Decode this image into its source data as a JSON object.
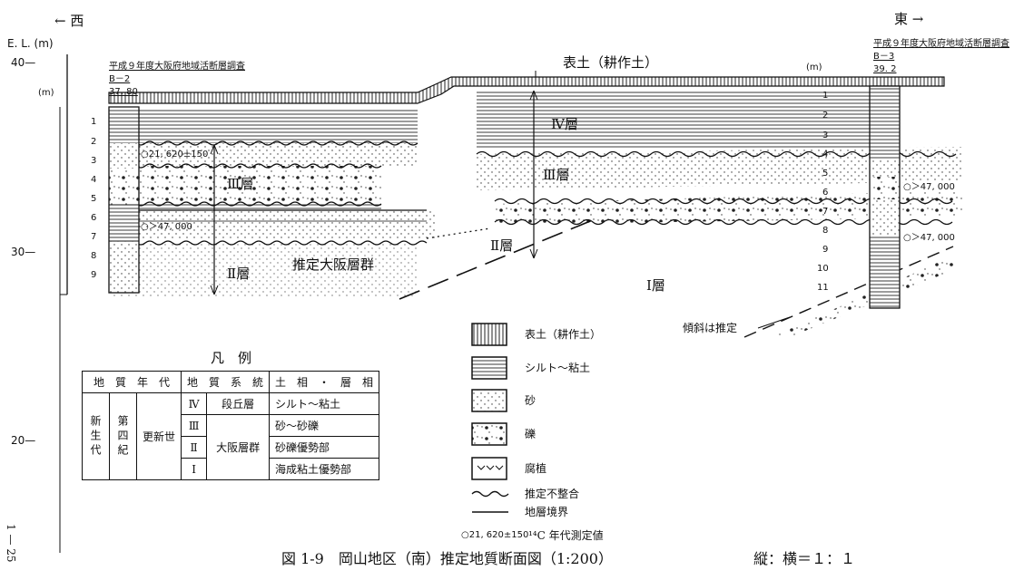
{
  "header": {
    "west": "← 西",
    "east": "東 →",
    "elevation_label": "E. L. (m)",
    "m_unit": "(m)"
  },
  "axis": {
    "ticks": [
      "40—",
      "30—",
      "20—"
    ]
  },
  "bore_b2": {
    "survey": "平成９年度大阪府地域活断層調査",
    "name": "B－2",
    "elevation": "37. 80",
    "depths": [
      "1",
      "2",
      "3",
      "4",
      "5",
      "6",
      "7",
      "8",
      "9"
    ]
  },
  "bore_b3": {
    "survey": "平成９年度大阪府地域活断層調査",
    "name": "B－3",
    "elevation": "39. 2",
    "depths": [
      "1",
      "2",
      "3",
      "4",
      "5",
      "6",
      "7",
      "8",
      "9",
      "10",
      "11"
    ]
  },
  "section_labels": {
    "topsoil": "表土（耕作土）",
    "layer4": "Ⅳ層",
    "layer3_w": "Ⅲ層",
    "layer3_e": "Ⅲ層",
    "layer2_w": "Ⅱ層",
    "layer2_e": "Ⅱ層",
    "layer1": "Ⅰ層",
    "osaka_group": "推定大阪層群",
    "slope_note": "傾斜は推定",
    "age_b2_1": "○21, 620±150",
    "age_b2_2": "○＞47, 000",
    "age_b3_1": "○＞47, 000",
    "age_b3_2": "○＞47, 000"
  },
  "legend_table": {
    "title": "凡　例",
    "headers": [
      "地　質　年　代",
      "地　質　系　統",
      "土　相　・　層　相"
    ],
    "era": "新生代",
    "period": "第四紀",
    "epoch": "更新世",
    "layers": [
      "Ⅳ",
      "Ⅲ",
      "Ⅱ",
      "Ⅰ"
    ],
    "terrace": "段丘層",
    "osaka": "大阪層群",
    "facies": [
      "シルト～粘土",
      "砂～砂礫",
      "砂礫優勢部",
      "海成粘土優勢部"
    ]
  },
  "symbol_legend": {
    "items": [
      "表土（耕作土）",
      "シルト～粘土",
      "砂",
      "礫",
      "腐植",
      "推定不整合",
      "地層境界"
    ],
    "c14_sample": "○21, 620±150",
    "c14_label": "¹⁴C 年代測定値"
  },
  "footer": {
    "title": "図 1-9　岡山地区（南）推定地質断面図（1:200）",
    "scale": "縦：横＝１：１",
    "page": "1 — 25"
  }
}
